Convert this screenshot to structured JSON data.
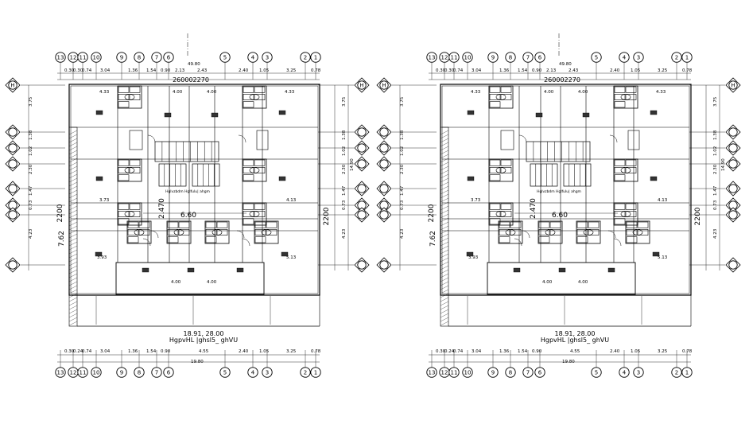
{
  "plans": [
    {
      "axes_top": [
        "13",
        "12",
        "11",
        "10",
        "9",
        "8",
        "7",
        "6",
        "5",
        "4",
        "3",
        "2",
        "1"
      ],
      "axes_bottom": [
        "13",
        "12",
        "11",
        "10",
        "9",
        "8",
        "7",
        "6",
        "5",
        "4",
        "3",
        "2",
        "1"
      ],
      "axes_side": [
        "H",
        "G",
        "F",
        "E",
        "D",
        "C",
        "B",
        "A"
      ],
      "top_dims": [
        "0.30",
        "0.30",
        "0.74",
        "3.04",
        "1.36",
        "1.54",
        "0.90",
        "2.13",
        "2.43",
        "2.40",
        "1.05",
        "3.25",
        "0.78"
      ],
      "top_total": "49.80",
      "bottom_dims": [
        "0.30",
        "0.24",
        "0.74",
        "3.04",
        "1.36",
        "1.54",
        "0.90",
        "4.55",
        "2.40",
        "1.05",
        "3.25",
        "0.78"
      ],
      "bottom_total": "19.80",
      "left_dims": [
        "3.75",
        "1.38",
        "1.02",
        "2.30",
        "1.47",
        "0.73",
        "4.23"
      ],
      "right_dims": [
        "3.75",
        "1.38",
        "1.02",
        "2.30",
        "1.47",
        "0.73",
        "4.23"
      ],
      "right_total": "14.90",
      "overlay_top": "260002270",
      "center_mid": "6.60",
      "center_2470": "2.470",
      "left_7620": "7.62",
      "left_2200": "2200",
      "right_2200": "2200",
      "hall_label": "Hglvzbdm Hglfulu| ahgm",
      "bottom_label": "HgpvHL |ghsl5_ ghVU",
      "bottom_nums": "18.91, 28.00",
      "room_dims": [
        "4.33",
        "4.00",
        "4.00",
        "4.33",
        "3.73",
        "4.13",
        "3.93",
        "4.00",
        "4.00",
        "5.13"
      ]
    },
    {
      "axes_top": [
        "13",
        "12",
        "11",
        "10",
        "9",
        "8",
        "7",
        "6",
        "5",
        "4",
        "3",
        "2",
        "1"
      ],
      "axes_bottom": [
        "13",
        "12",
        "11",
        "10",
        "9",
        "8",
        "7",
        "6",
        "5",
        "4",
        "3",
        "2",
        "1"
      ],
      "axes_side": [
        "H",
        "G",
        "F",
        "E",
        "D",
        "C",
        "B",
        "A"
      ],
      "top_dims": [
        "0.30",
        "0.30",
        "0.74",
        "3.04",
        "1.36",
        "1.54",
        "0.90",
        "2.13",
        "2.43",
        "2.40",
        "1.05",
        "3.25",
        "0.78"
      ],
      "top_total": "49.80",
      "bottom_dims": [
        "0.30",
        "0.24",
        "0.74",
        "3.04",
        "1.36",
        "1.54",
        "0.90",
        "4.55",
        "2.40",
        "1.05",
        "3.25",
        "0.78"
      ],
      "bottom_total": "19.80",
      "left_dims": [
        "3.75",
        "1.38",
        "1.02",
        "2.30",
        "1.47",
        "0.73",
        "4.23"
      ],
      "right_dims": [
        "3.75",
        "1.38",
        "1.02",
        "2.30",
        "1.47",
        "0.73",
        "4.23"
      ],
      "right_total": "14.90",
      "overlay_top": "260002270",
      "center_mid": "6.60",
      "center_2470": "2.470",
      "left_7620": "7.62",
      "left_2200": "2200",
      "right_2200": "2200",
      "hall_label": "Hglvzbdm Hglfulu| ahgm",
      "bottom_label": "HgpvHL |ghsl5_ ghVU",
      "bottom_nums": "18.91, 28.00",
      "room_dims": [
        "4.33",
        "4.00",
        "4.00",
        "4.33",
        "3.73",
        "4.13",
        "3.93",
        "4.00",
        "4.00",
        "5.13"
      ]
    }
  ],
  "colors": {
    "line": "#000000",
    "background": "#ffffff",
    "hatch": "#555555"
  }
}
